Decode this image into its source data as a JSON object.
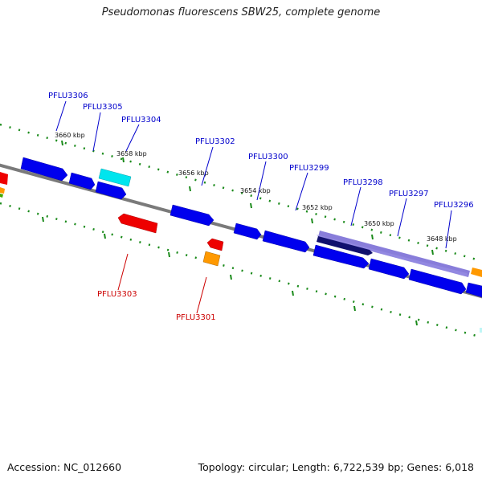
{
  "title": "Pseudomonas fluorescens SBW25, complete genome",
  "footer": {
    "accession": "Accession: NC_012660",
    "summary": "Topology: circular; Length: 6,722,539 bp; Genes: 6,018"
  },
  "colors": {
    "forward_gene": "#0000ee",
    "reverse_gene": "#ee0000",
    "highlight_cyan": "#00e5ee",
    "highlight_orange": "#ff9900",
    "selected_gene": "#7b6fd6",
    "backbone": "#7a7a7a",
    "tick": "#1a8a1a",
    "label_forward": "#0000cc",
    "label_reverse": "#cc0000"
  },
  "kbp_labels": [
    "3660 kbp",
    "3658 kbp",
    "3656 kbp",
    "3654 kbp",
    "3652 kbp",
    "3650 kbp",
    "3648 kbp"
  ],
  "gene_labels_forward": [
    "PFLU3306",
    "PFLU3305",
    "PFLU3304",
    "PFLU3302",
    "PFLU3300",
    "PFLU3299",
    "PFLU3298",
    "PFLU3297",
    "PFLU3296"
  ],
  "gene_labels_reverse": [
    "PFLU3303",
    "PFLU3301"
  ]
}
